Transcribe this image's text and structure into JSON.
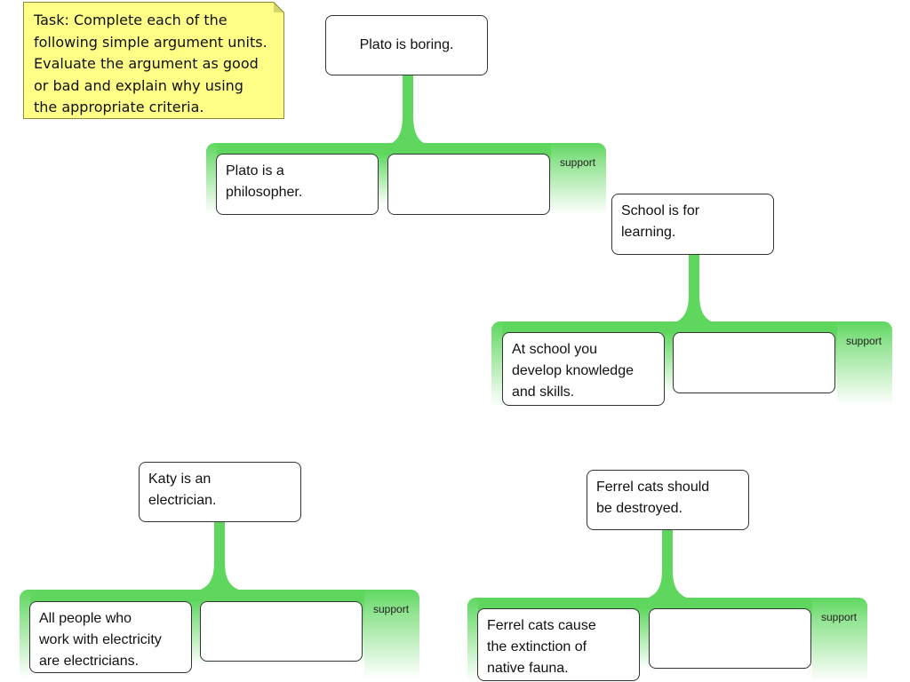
{
  "task_note": {
    "lines": [
      "Task: Complete each of the",
      "following simple argument units.",
      "Evaluate the argument as good",
      "or bad and explain why using",
      "the appropriate criteria."
    ]
  },
  "colors": {
    "branch_green": "#5fd75f",
    "note_yellow": "#ffff88"
  },
  "units": [
    {
      "claim": [
        "Plato is boring."
      ],
      "premise": [
        "Plato is a",
        "philosopher."
      ],
      "empty_premise": "",
      "relation": "support"
    },
    {
      "claim": [
        "School is for",
        "learning."
      ],
      "premise": [
        "At school you",
        "develop knowledge",
        "and skills."
      ],
      "empty_premise": "",
      "relation": "support"
    },
    {
      "claim": [
        "Katy is an",
        "electrician."
      ],
      "premise": [
        "All people who",
        "work with electricity",
        "are electricians."
      ],
      "empty_premise": "",
      "relation": "support"
    },
    {
      "claim": [
        "Ferrel cats should",
        "be destroyed."
      ],
      "premise": [
        "Ferrel cats cause",
        "the extinction of",
        "native fauna."
      ],
      "empty_premise": "",
      "relation": "support"
    }
  ]
}
